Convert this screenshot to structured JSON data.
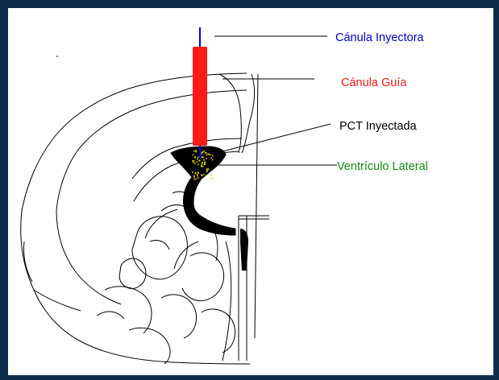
{
  "labels": {
    "injector_cannula": "Cánula Inyectora",
    "guide_cannula": "Cánula Guía",
    "injected_pct": "PCT Inyectada",
    "lateral_ventricle": "Ventrículo Lateral"
  },
  "colors": {
    "injector_cannula": "#0000cc",
    "guide_cannula": "#ff1a1a",
    "injected_pct": "#000000",
    "lateral_ventricle": "#128a12",
    "pct_dots": "#e8d800",
    "frame": "#0c2c4c"
  }
}
